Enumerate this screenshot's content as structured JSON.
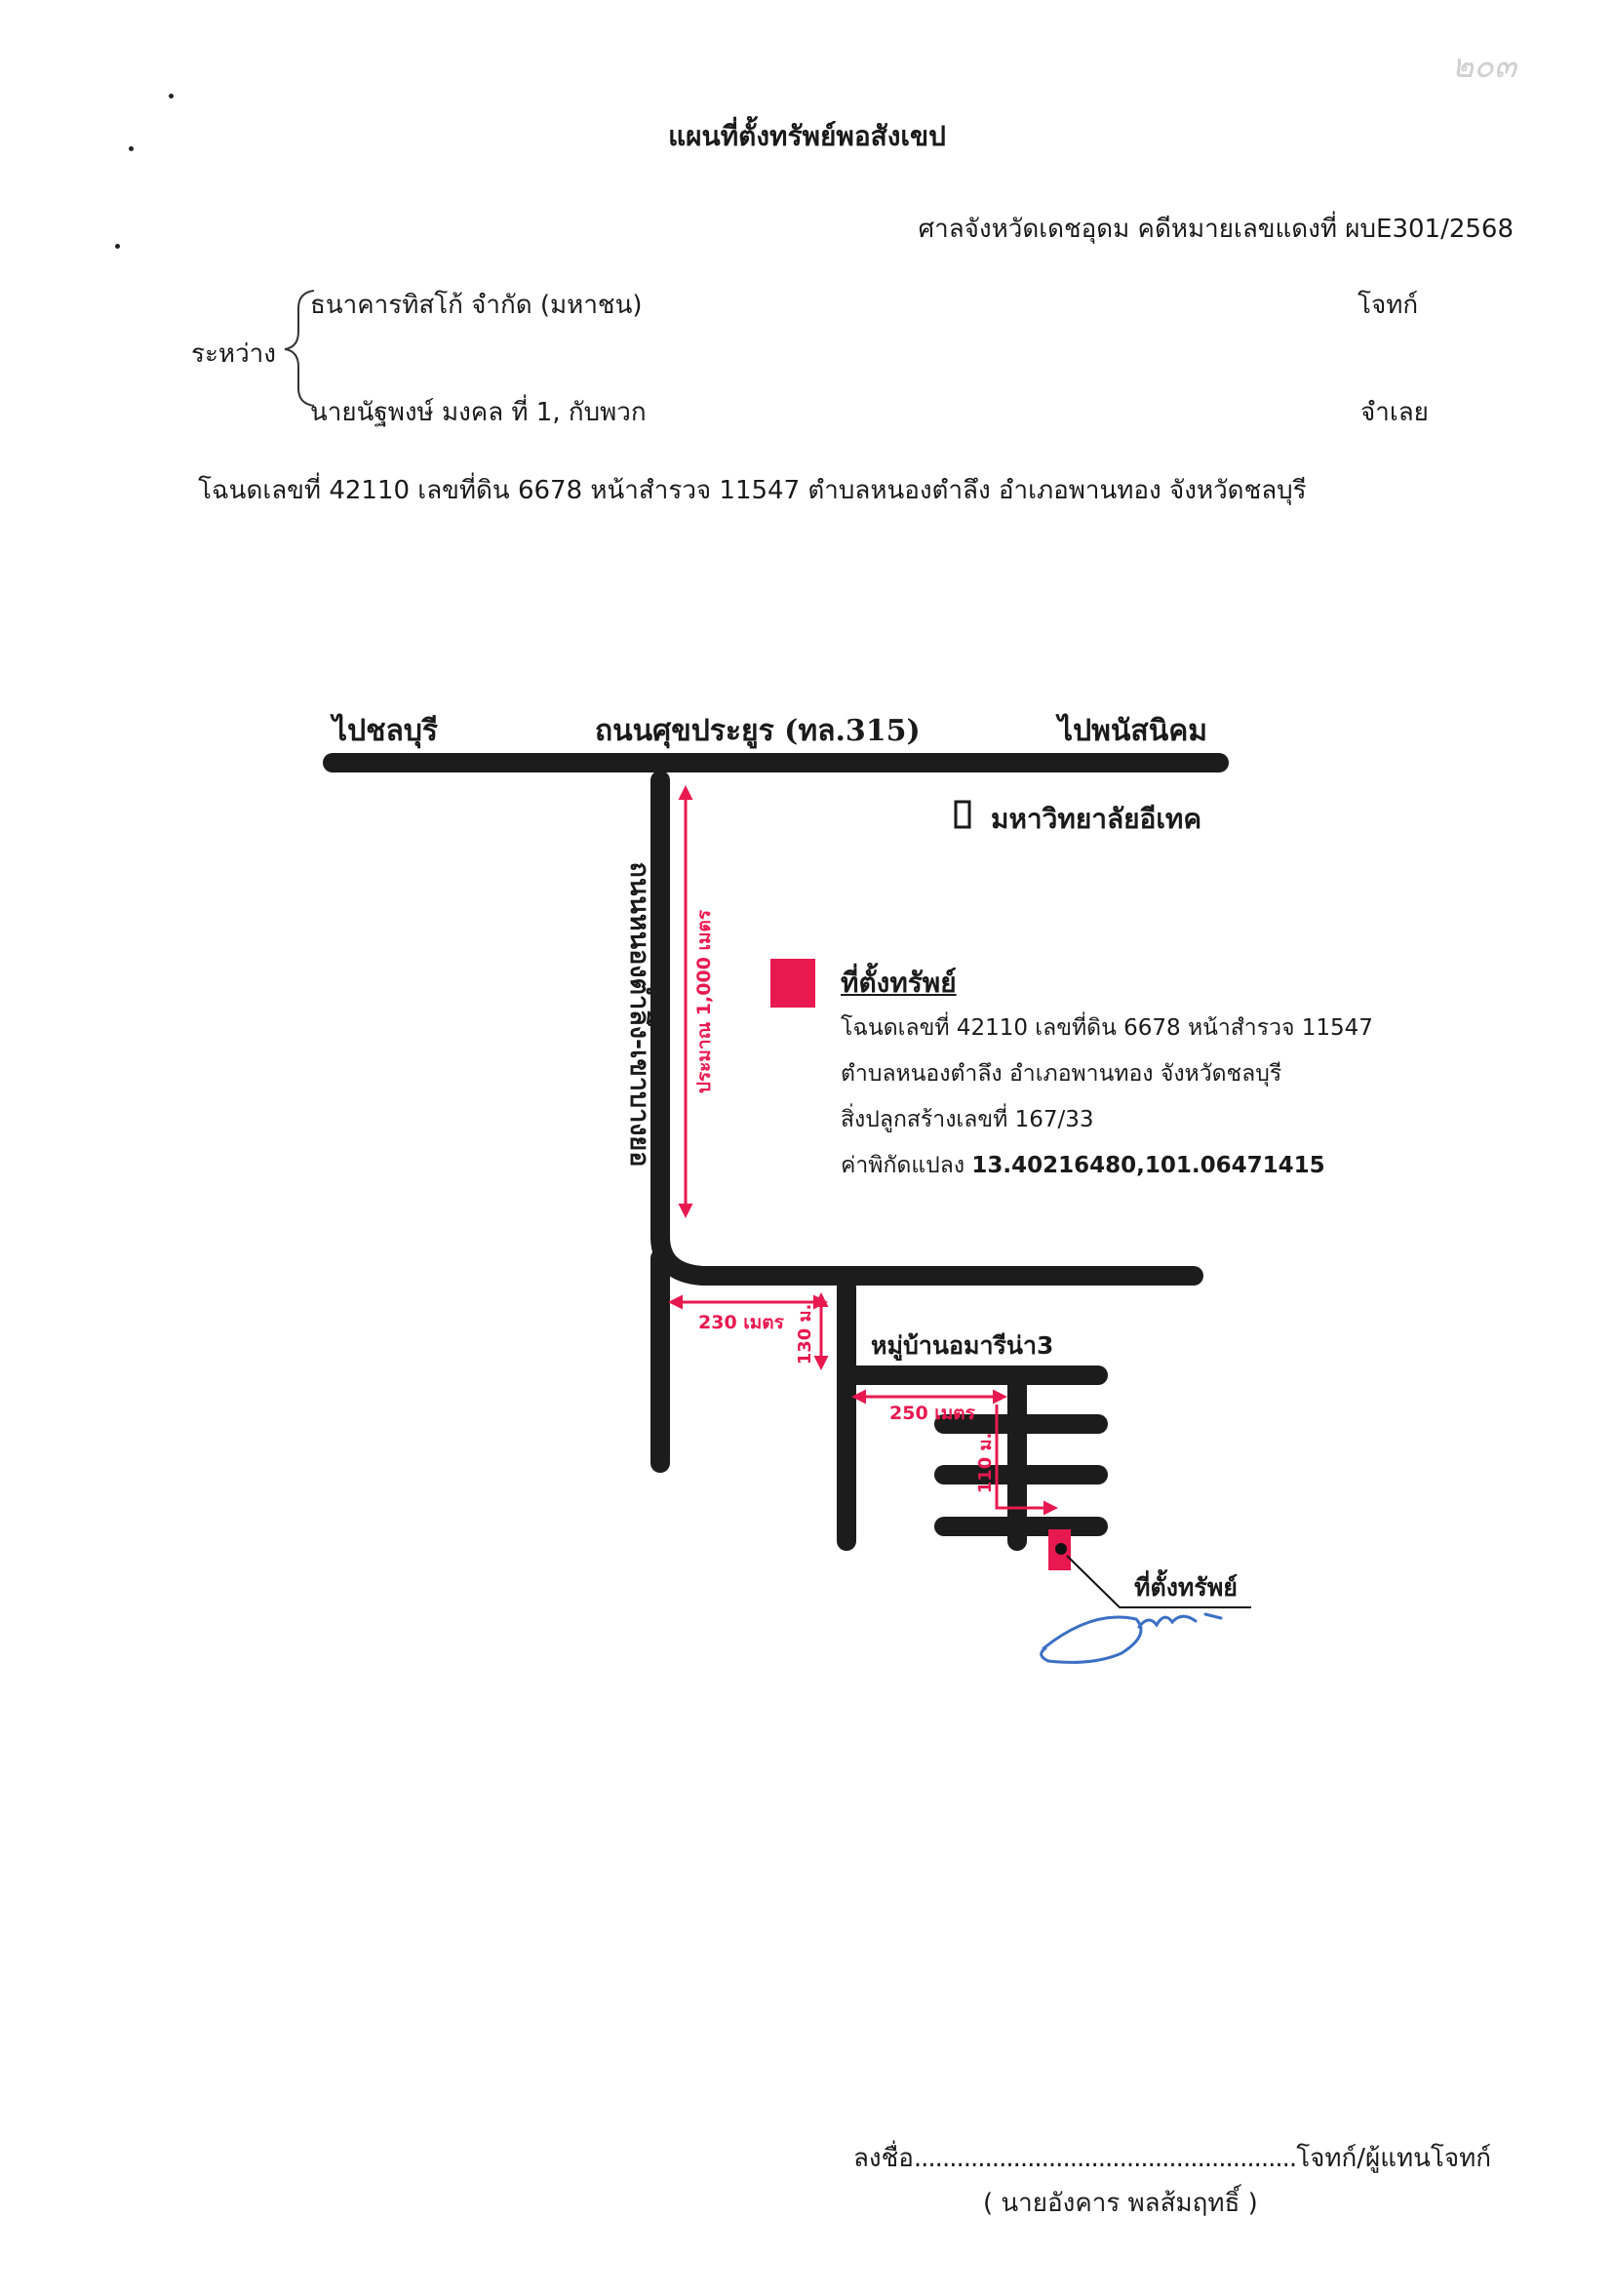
{
  "document": {
    "title": "แผนที่ตั้งทรัพย์พอสังเขป",
    "court_line": "ศาลจังหวัดเดชอุดม คดีหมายเลขแดงที่ ผบE301/2568",
    "between_label": "ระหว่าง",
    "plaintiff_name": "ธนาคารทิสโก้ จำกัด (มหาชน)",
    "plaintiff_role": "โจทก์",
    "defendant_name": "นายนัฐพงษ์ มงคล ที่ 1, กับพวก",
    "defendant_role": "จำเลย",
    "deed_line": "โฉนดเลขที่ 42110 เลขที่ดิน 6678 หน้าสำรวจ 11547 ตำบลหนองตำลึง อำเภอพานทอง จังหวัดชลบุรี"
  },
  "map": {
    "to_chonburi": "ไปชลบุรี",
    "main_road": "ถนนศุขประยูร (ทล.315)",
    "to_phanat": "ไปพนัสนิคม",
    "university": "มหาวิทยาลัยอีเทค",
    "side_road": "ถนนหนองตำลึง-เขาบางยอ",
    "distance_1000": "ประมาณ 1,000 เมตร",
    "property_heading": "ที่ตั้งทรัพย์",
    "property_line1": "โฉนดเลขที่ 42110 เลขที่ดิน 6678 หน้าสำรวจ 11547",
    "property_line2": "ตำบลหนองตำลึง อำเภอพานทอง จังหวัดชลบุรี",
    "property_line3": "สิ่งปลูกสร้างเลขที่ 167/33",
    "coord_label": "ค่าพิกัดแปลง",
    "coord_value": "13.40216480,101.06471415",
    "dist_230": "230 เมตร",
    "dist_130": "130 ม.",
    "village": "หมู่บ้านอมารีน่า3",
    "dist_250": "250 เมตร",
    "dist_110": "110 ม.",
    "property_label_bottom": "ที่ตั้งทรัพย์",
    "road_color": "#1c1c1c",
    "marker_color": "#e8194f"
  },
  "signature": {
    "sign_label": "ลงชื่อ",
    "dots": "......................................................",
    "role": "โจทก์/ผู้แทนโจทก์",
    "name": "( นายอังคาร พลส้มฤทธิ์ )"
  },
  "corner_mark": "๒๐๓"
}
